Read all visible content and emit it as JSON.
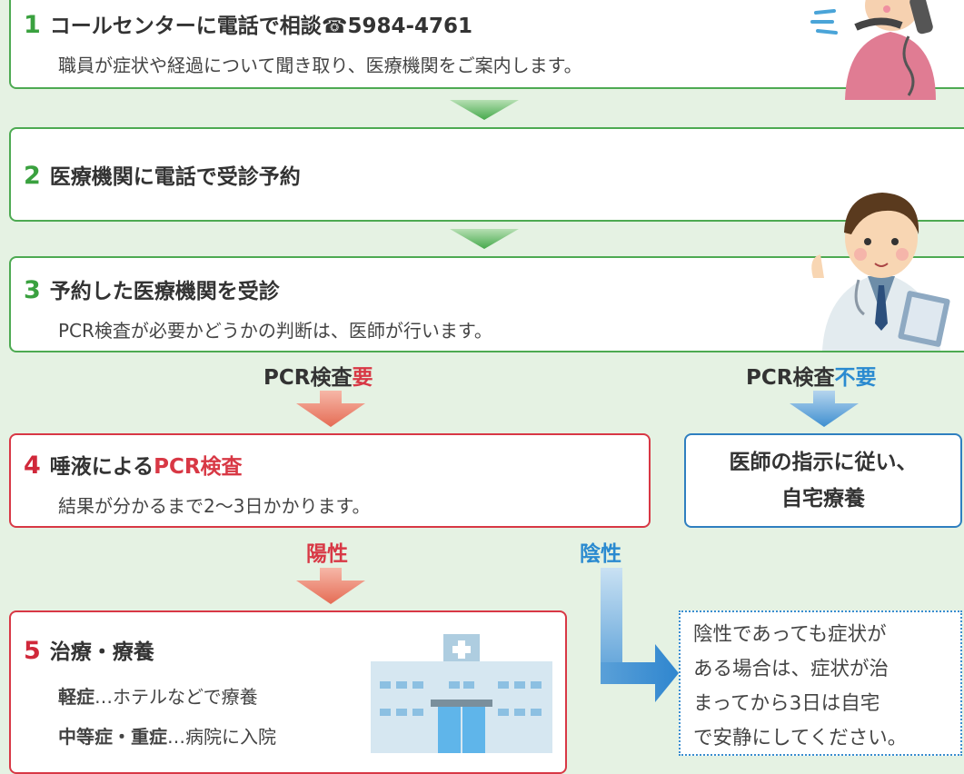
{
  "step1": {
    "number": "1",
    "title": "コールセンターに電話で相談☎5984-4761",
    "description": "職員が症状や経過について聞き取り、医療機関をご案内します。"
  },
  "step2": {
    "number": "2",
    "title": "医療機関に電話で受診予約"
  },
  "step3": {
    "number": "3",
    "title": "予約した医療機関を受診",
    "description": "PCR検査が必要かどうかの判断は、医師が行います。"
  },
  "branch_required": {
    "prefix": "PCR検査",
    "emph": "要"
  },
  "branch_not_required": {
    "prefix": "PCR検査",
    "emph": "不要"
  },
  "step4": {
    "number": "4",
    "title_prefix": "唾液による",
    "title_emph": "PCR検査",
    "description": "結果が分かるまで2〜3日かかります。"
  },
  "not_required_box": {
    "line1": "医師の指示に従い、",
    "line2": "自宅療養"
  },
  "positive_label": "陽性",
  "negative_label": "陰性",
  "step5": {
    "number": "5",
    "title": "治療・療養",
    "line1_bold": "軽症",
    "line1_rest": "…ホテルなどで療養",
    "line2_bold": "中等症・重症",
    "line2_rest": "…病院に入院"
  },
  "note": {
    "lines": [
      "陰性であっても症状が",
      "ある場合は、症状が治",
      "まってから3日は自宅",
      "で安静にしてください。"
    ]
  },
  "colors": {
    "background": "#e5f2e3",
    "green": "#4daa52",
    "red": "#d83845",
    "blue": "#2f7fc0"
  },
  "icons": [
    "phone-person-illustration",
    "doctor-illustration",
    "hospital-icon"
  ]
}
